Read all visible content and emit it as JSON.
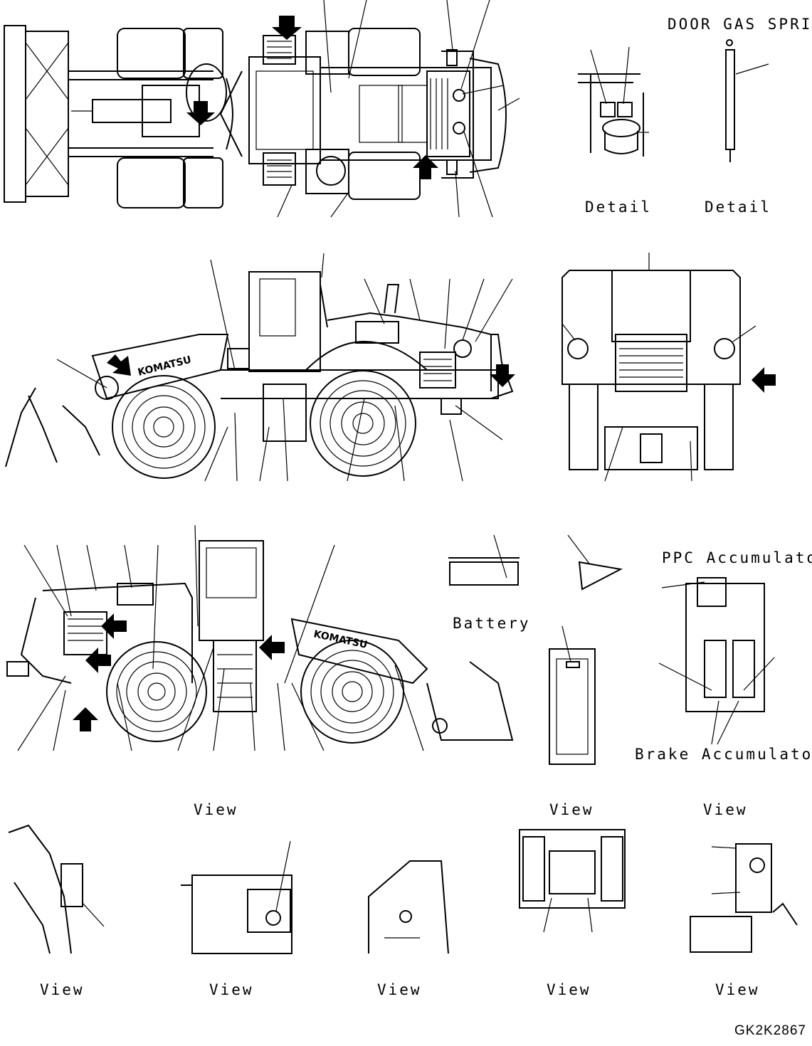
{
  "labels": {
    "door_gas_spring": "DOOR GAS SPRING",
    "detail_1": "Detail",
    "detail_2": "Detail",
    "ppc_accumulator": "PPC Accumulator",
    "battery": "Battery",
    "brake_accumulator": "Brake Accumulator",
    "view_row1_left": "View",
    "view_row1_mid": "View",
    "view_row1_right": "View",
    "view_row2_1": "View",
    "view_row2_2": "View",
    "view_row2_3": "View",
    "view_row2_4": "View",
    "view_row2_5": "View",
    "drawing_code": "GK2K2867",
    "machine_brand": "KOMATSU"
  }
}
